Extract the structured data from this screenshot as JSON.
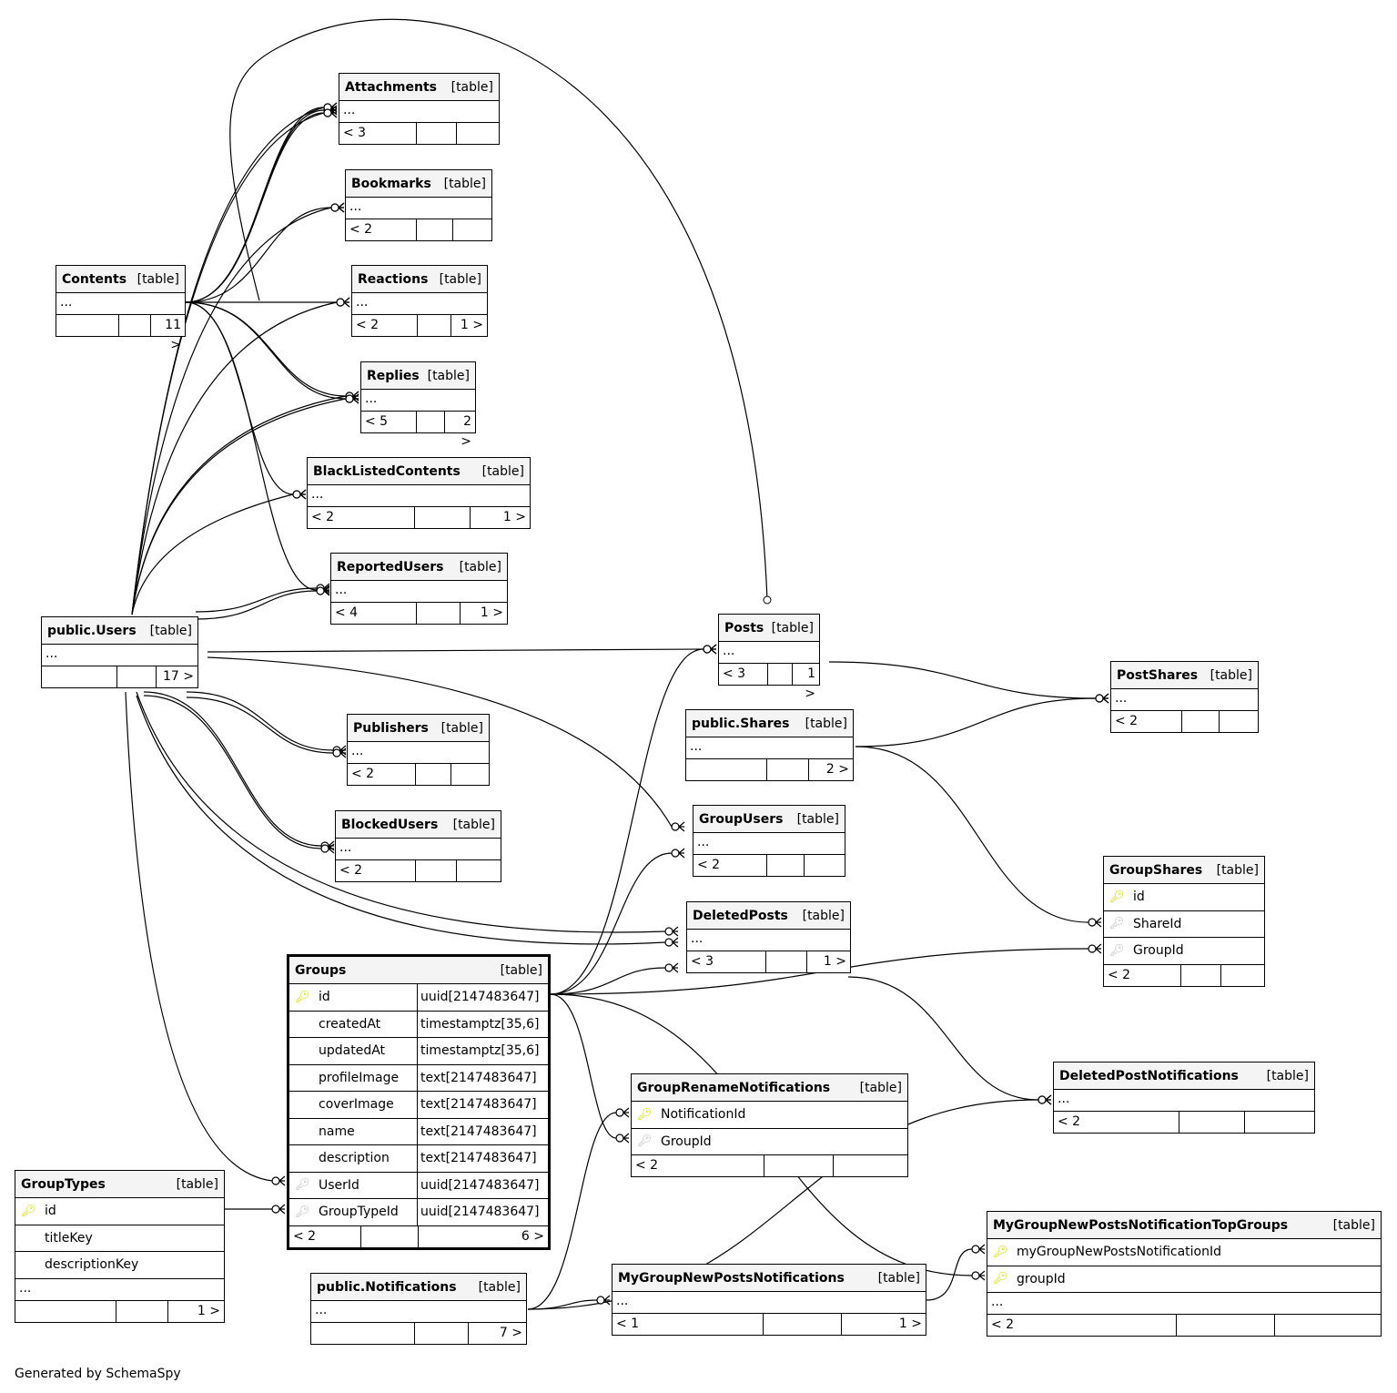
{
  "colors": {
    "primary_key": "#d4d400",
    "foreign_key": "#bbbbbb",
    "header_bg": "#f4f4f4"
  },
  "type_label": "[table]",
  "tables": [
    {
      "name": "Attachments",
      "dots": "...",
      "footer": [
        "< 3",
        "",
        ""
      ]
    },
    {
      "name": "Bookmarks",
      "dots": "...",
      "footer": [
        "< 2",
        "",
        ""
      ]
    },
    {
      "name": "Contents",
      "dots": "...",
      "footer": [
        "",
        "",
        "11 >"
      ]
    },
    {
      "name": "Reactions",
      "dots": "...",
      "footer": [
        "< 2",
        "",
        "1 >"
      ]
    },
    {
      "name": "Replies",
      "dots": "...",
      "footer": [
        "< 5",
        "",
        "2 >"
      ]
    },
    {
      "name": "BlackListedContents",
      "dots": "...",
      "footer": [
        "< 2",
        "",
        "1 >"
      ]
    },
    {
      "name": "ReportedUsers",
      "dots": "...",
      "footer": [
        "< 4",
        "",
        "1 >"
      ]
    },
    {
      "name": "public.Users",
      "dots": "...",
      "footer": [
        "",
        "",
        "17 >"
      ]
    },
    {
      "name": "Posts",
      "dots": "...",
      "footer": [
        "< 3",
        "",
        "1 >"
      ]
    },
    {
      "name": "PostShares",
      "dots": "...",
      "footer": [
        "< 2",
        "",
        ""
      ]
    },
    {
      "name": "public.Shares",
      "dots": "...",
      "footer": [
        "",
        "",
        "2 >"
      ]
    },
    {
      "name": "Publishers",
      "dots": "...",
      "footer": [
        "< 2",
        "",
        ""
      ]
    },
    {
      "name": "GroupUsers",
      "dots": "...",
      "footer": [
        "< 2",
        "",
        ""
      ]
    },
    {
      "name": "BlockedUsers",
      "dots": "...",
      "footer": [
        "< 2",
        "",
        ""
      ]
    },
    {
      "name": "GroupShares",
      "columns": [
        {
          "name": "id",
          "key": "pk"
        },
        {
          "name": "ShareId",
          "key": "fk"
        },
        {
          "name": "GroupId",
          "key": "fk"
        }
      ],
      "footer": [
        "< 2",
        "",
        ""
      ]
    },
    {
      "name": "DeletedPosts",
      "dots": "...",
      "footer": [
        "< 3",
        "",
        "1 >"
      ]
    },
    {
      "name": "Groups",
      "focus": true,
      "columns": [
        {
          "name": "id",
          "key": "pk",
          "type": "uuid[2147483647]"
        },
        {
          "name": "createdAt",
          "type": "timestamptz[35,6]"
        },
        {
          "name": "updatedAt",
          "type": "timestamptz[35,6]"
        },
        {
          "name": "profileImage",
          "type": "text[2147483647]"
        },
        {
          "name": "coverImage",
          "type": "text[2147483647]"
        },
        {
          "name": "name",
          "type": "text[2147483647]"
        },
        {
          "name": "description",
          "type": "text[2147483647]"
        },
        {
          "name": "UserId",
          "key": "fk",
          "type": "uuid[2147483647]"
        },
        {
          "name": "GroupTypeId",
          "key": "fk",
          "type": "uuid[2147483647]"
        }
      ],
      "footer": [
        "< 2",
        "",
        "6 >"
      ]
    },
    {
      "name": "GroupRenameNotifications",
      "columns": [
        {
          "name": "NotificationId",
          "key": "pk"
        },
        {
          "name": "GroupId",
          "key": "fk"
        }
      ],
      "footer": [
        "< 2",
        "",
        ""
      ]
    },
    {
      "name": "DeletedPostNotifications",
      "dots": "...",
      "footer": [
        "< 2",
        "",
        ""
      ]
    },
    {
      "name": "GroupTypes",
      "columns": [
        {
          "name": "id",
          "key": "pk"
        },
        {
          "name": "titleKey"
        },
        {
          "name": "descriptionKey"
        }
      ],
      "dots": "...",
      "footer": [
        "",
        "",
        "1 >"
      ]
    },
    {
      "name": "MyGroupNewPostsNotificationTopGroups",
      "columns": [
        {
          "name": "myGroupNewPostsNotificationId",
          "key": "pk"
        },
        {
          "name": "groupId",
          "key": "pk"
        }
      ],
      "dots": "...",
      "footer": [
        "< 2",
        "",
        ""
      ]
    },
    {
      "name": "public.Notifications",
      "dots": "...",
      "footer": [
        "",
        "",
        "7 >"
      ]
    },
    {
      "name": "MyGroupNewPostsNotifications",
      "dots": "...",
      "footer": [
        "< 1",
        "",
        "1 >"
      ]
    }
  ],
  "credit": "Generated by SchemaSpy"
}
